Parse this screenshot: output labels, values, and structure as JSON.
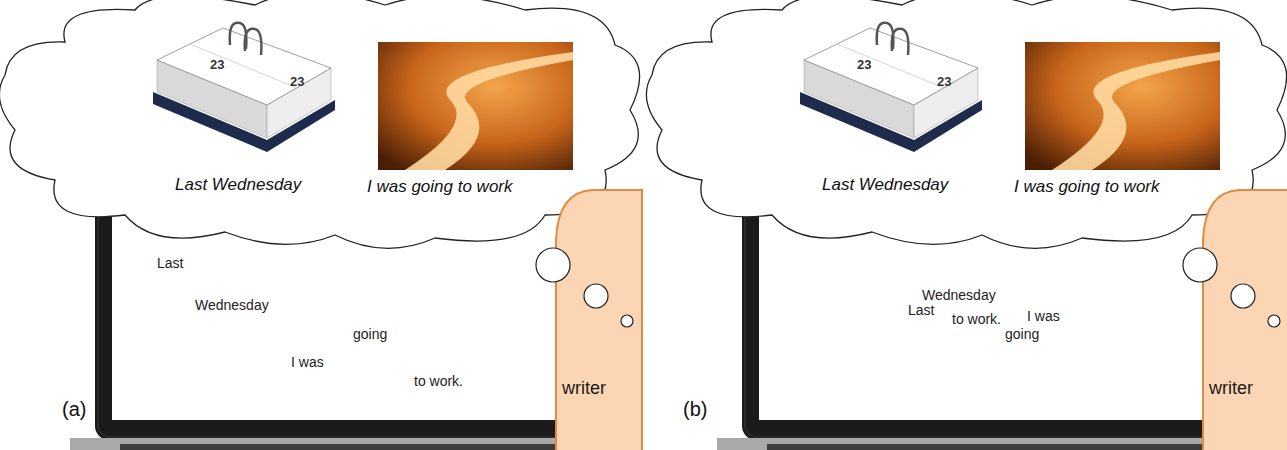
{
  "diagram": {
    "nodes": [
      {
        "text": [
          "Last Wednesday",
          "I was going to work"
        ]
      },
      {
        "text": [
          "Last",
          "Wednesday",
          "going",
          "I was",
          "to work."
        ]
      },
      {
        "text": [
          "writer"
        ]
      },
      {
        "text": [
          "Last Wednesday",
          "I was going to work"
        ]
      },
      {
        "text": [
          "Wednesday",
          "Last",
          "to work.",
          "I was",
          "going"
        ]
      },
      {
        "text": [
          "writer"
        ]
      }
    ],
    "labels": [
      "23",
      "23",
      "(a)",
      "23",
      "23",
      "(b)"
    ]
  }
}
